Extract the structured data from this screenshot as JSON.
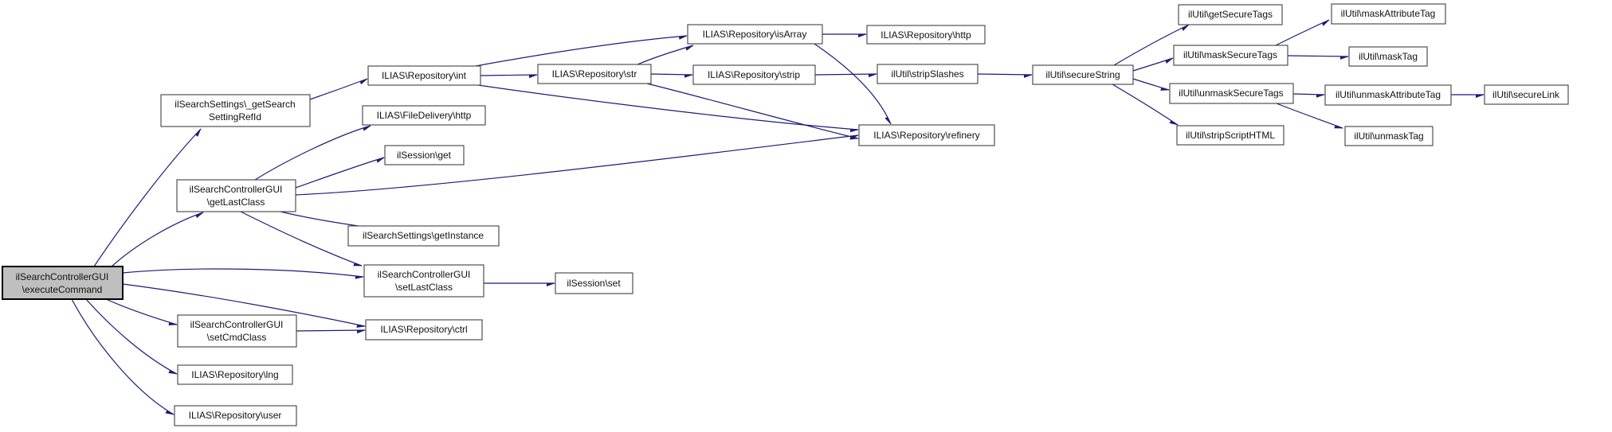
{
  "diagram": {
    "type": "call-graph",
    "root_function": "ilSearchControllerGUI\\executeCommand",
    "colors": {
      "edge": "#1b1b78",
      "node_border": "#404040",
      "node_fill": "#ffffff",
      "root_fill": "#bfbfbf",
      "background": "#ffffff",
      "text": "#111111"
    },
    "nodes": {
      "executeCommand": {
        "lines": [
          "ilSearchControllerGUI",
          "\\executeCommand"
        ]
      },
      "getSearchSettingRefId": {
        "lines": [
          "ilSearchSettings\\_getSearch",
          "SettingRefId"
        ]
      },
      "getLastClass": {
        "lines": [
          "ilSearchControllerGUI",
          "\\getLastClass"
        ]
      },
      "int": {
        "label": "ILIAS\\Repository\\int"
      },
      "fileDeliveryHttp": {
        "label": "ILIAS\\FileDelivery\\http"
      },
      "sessionGet": {
        "label": "ilSession\\get"
      },
      "getInstance": {
        "label": "ilSearchSettings\\getInstance"
      },
      "setLastClass": {
        "lines": [
          "ilSearchControllerGUI",
          "\\setLastClass"
        ]
      },
      "sessionSet": {
        "label": "ilSession\\set"
      },
      "setCmdClass": {
        "lines": [
          "ilSearchControllerGUI",
          "\\setCmdClass"
        ]
      },
      "ctrl": {
        "label": "ILIAS\\Repository\\ctrl"
      },
      "lng": {
        "label": "ILIAS\\Repository\\lng"
      },
      "user": {
        "label": "ILIAS\\Repository\\user"
      },
      "str": {
        "label": "ILIAS\\Repository\\str"
      },
      "isArray": {
        "label": "ILIAS\\Repository\\isArray"
      },
      "strip": {
        "label": "ILIAS\\Repository\\strip"
      },
      "repoHttp": {
        "label": "ILIAS\\Repository\\http"
      },
      "stripSlashes": {
        "label": "ilUtil\\stripSlashes"
      },
      "secureString": {
        "label": "ilUtil\\secureString"
      },
      "refinery": {
        "label": "ILIAS\\Repository\\refinery"
      },
      "getSecureTags": {
        "label": "ilUtil\\getSecureTags"
      },
      "maskSecureTags": {
        "label": "ilUtil\\maskSecureTags"
      },
      "unmaskSecureTags": {
        "label": "ilUtil\\unmaskSecureTags"
      },
      "stripScriptHTML": {
        "label": "ilUtil\\stripScriptHTML"
      },
      "maskAttributeTag": {
        "label": "ilUtil\\maskAttributeTag"
      },
      "maskTag": {
        "label": "ilUtil\\maskTag"
      },
      "unmaskAttributeTag": {
        "label": "ilUtil\\unmaskAttributeTag"
      },
      "unmaskTag": {
        "label": "ilUtil\\unmaskTag"
      },
      "secureLink": {
        "label": "ilUtil\\secureLink"
      }
    },
    "edges": [
      {
        "from": "executeCommand",
        "to": "getSearchSettingRefId"
      },
      {
        "from": "executeCommand",
        "to": "getLastClass"
      },
      {
        "from": "executeCommand",
        "to": "setLastClass"
      },
      {
        "from": "executeCommand",
        "to": "ctrl"
      },
      {
        "from": "executeCommand",
        "to": "setCmdClass"
      },
      {
        "from": "executeCommand",
        "to": "lng"
      },
      {
        "from": "executeCommand",
        "to": "user"
      },
      {
        "from": "getSearchSettingRefId",
        "to": "int"
      },
      {
        "from": "getLastClass",
        "to": "fileDeliveryHttp"
      },
      {
        "from": "getLastClass",
        "to": "sessionGet"
      },
      {
        "from": "getLastClass",
        "to": "refinery"
      },
      {
        "from": "getLastClass",
        "to": "getInstance"
      },
      {
        "from": "getLastClass",
        "to": "setLastClass"
      },
      {
        "from": "setLastClass",
        "to": "sessionSet"
      },
      {
        "from": "setCmdClass",
        "to": "ctrl"
      },
      {
        "from": "int",
        "to": "isArray"
      },
      {
        "from": "int",
        "to": "str"
      },
      {
        "from": "int",
        "to": "refinery"
      },
      {
        "from": "str",
        "to": "isArray"
      },
      {
        "from": "str",
        "to": "strip"
      },
      {
        "from": "str",
        "to": "refinery"
      },
      {
        "from": "isArray",
        "to": "repoHttp"
      },
      {
        "from": "isArray",
        "to": "refinery"
      },
      {
        "from": "strip",
        "to": "stripSlashes"
      },
      {
        "from": "stripSlashes",
        "to": "secureString"
      },
      {
        "from": "secureString",
        "to": "getSecureTags"
      },
      {
        "from": "secureString",
        "to": "maskSecureTags"
      },
      {
        "from": "secureString",
        "to": "unmaskSecureTags"
      },
      {
        "from": "secureString",
        "to": "stripScriptHTML"
      },
      {
        "from": "maskSecureTags",
        "to": "maskAttributeTag"
      },
      {
        "from": "maskSecureTags",
        "to": "maskTag"
      },
      {
        "from": "unmaskSecureTags",
        "to": "unmaskAttributeTag"
      },
      {
        "from": "unmaskSecureTags",
        "to": "unmaskTag"
      },
      {
        "from": "unmaskAttributeTag",
        "to": "secureLink"
      }
    ]
  }
}
